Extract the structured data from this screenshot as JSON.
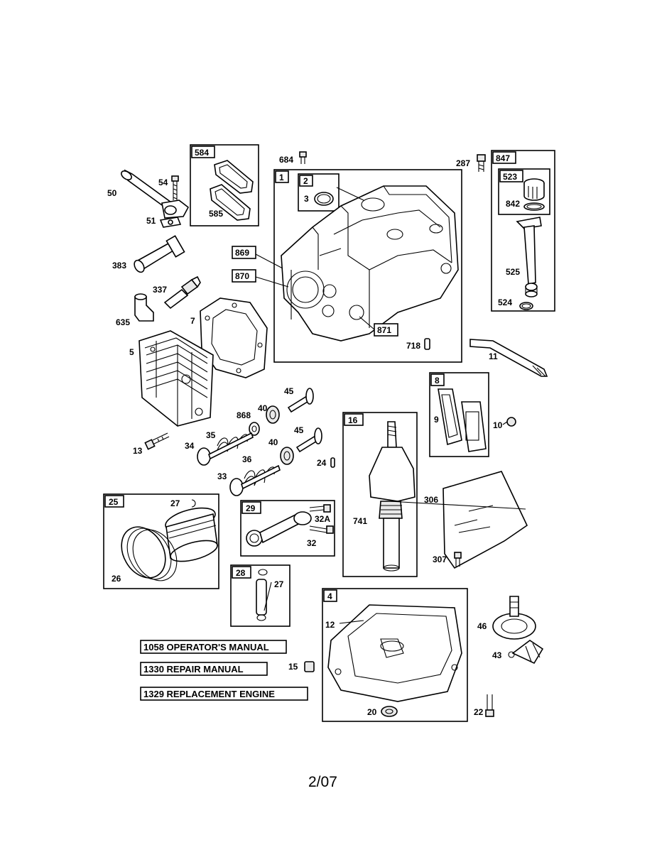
{
  "callouts": {
    "c50": "50",
    "c54": "54",
    "c51": "51",
    "c584": "584",
    "c585": "585",
    "c684": "684",
    "c287": "287",
    "c847": "847",
    "c523": "523",
    "c842": "842",
    "c525": "525",
    "c524": "524",
    "c1": "1",
    "c2": "2",
    "c3": "3",
    "c869": "869",
    "c870": "870",
    "c871": "871",
    "c718": "718",
    "c383": "383",
    "c337": "337",
    "c635": "635",
    "c7": "7",
    "c5": "5",
    "c11": "11",
    "c45a": "45",
    "c868": "868",
    "c40a": "40",
    "c45b": "45",
    "c40b": "40",
    "c35": "35",
    "c34": "34",
    "c13": "13",
    "c36": "36",
    "c33": "33",
    "c24": "24",
    "c16": "16",
    "c8": "8",
    "c9": "9",
    "c10": "10",
    "c306": "306",
    "c741": "741",
    "c307": "307",
    "c25": "25",
    "c27a": "27",
    "c26": "26",
    "c29": "29",
    "c32a": "32A",
    "c32": "32",
    "c28": "28",
    "c27b": "27",
    "c4": "4",
    "c12": "12",
    "c46": "46",
    "c43": "43",
    "c15": "15",
    "c20": "20",
    "c22": "22"
  },
  "references": {
    "operators_manual": "1058 OPERATOR'S MANUAL",
    "repair_manual": "1330 REPAIR MANUAL",
    "replacement_engine": "1329 REPLACEMENT ENGINE"
  },
  "page_number": "2/07"
}
